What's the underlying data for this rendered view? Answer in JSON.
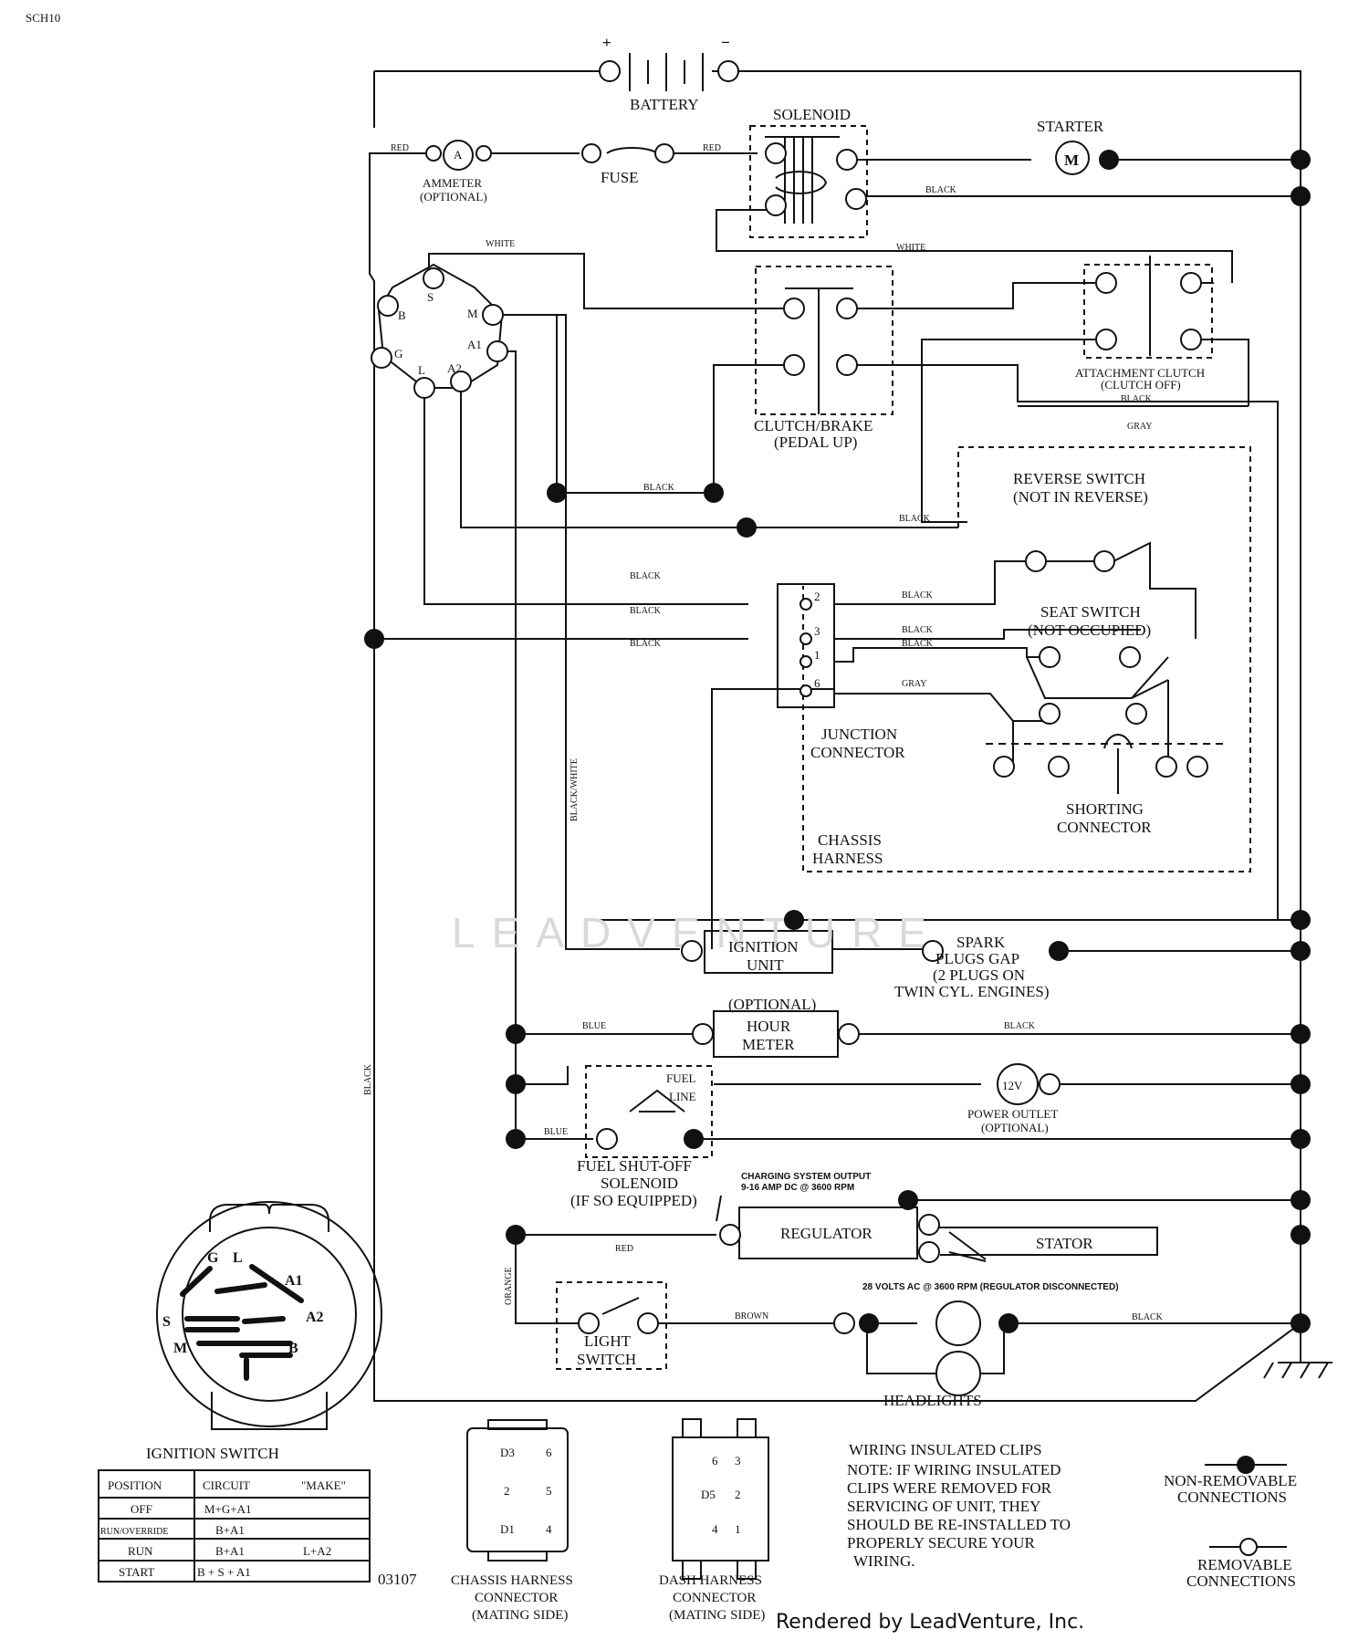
{
  "doc_code": "SCH10",
  "drawing_number": "03107",
  "footer": "Rendered by LeadVenture, Inc.",
  "watermark": "LEADVENTURE",
  "components": {
    "battery": "BATTERY",
    "battery_plus": "+",
    "battery_minus": "−",
    "solenoid": "SOLENOID",
    "starter": "STARTER",
    "starter_symbol": "M",
    "ammeter_l1": "AMMETER",
    "ammeter_l2": "(OPTIONAL)",
    "ammeter_symbol": "A",
    "fuse": "FUSE",
    "clutch_brake_l1": "CLUTCH/BRAKE",
    "clutch_brake_l2": "(PEDAL UP)",
    "attachment_clutch_l1": "ATTACHMENT CLUTCH",
    "attachment_clutch_l2": "(CLUTCH OFF)",
    "reverse_switch_l1": "REVERSE SWITCH",
    "reverse_switch_l2": "(NOT IN REVERSE)",
    "seat_switch_l1": "SEAT SWITCH",
    "seat_switch_l2": "(NOT OCCUPIED)",
    "junction_l1": "JUNCTION",
    "junction_l2": "CONNECTOR",
    "shorting_l1": "SHORTING",
    "shorting_l2": "CONNECTOR",
    "chassis_harness_l1": "CHASSIS",
    "chassis_harness_l2": "HARNESS",
    "ignition_unit_l1": "IGNITION",
    "ignition_unit_l2": "UNIT",
    "spark_l1": "SPARK",
    "spark_l2": "PLUGS GAP",
    "spark_l3": "(2 PLUGS ON",
    "spark_l4": "TWIN CYL. ENGINES)",
    "hour_meter_opt": "(OPTIONAL)",
    "hour_meter_l1": "HOUR",
    "hour_meter_l2": "METER",
    "fuel_line_l1": "FUEL",
    "fuel_line_l2": "LINE",
    "power_outlet_symbol": "12V",
    "power_outlet_l1": "POWER OUTLET",
    "power_outlet_l2": "(OPTIONAL)",
    "fuel_shutoff_l1": "FUEL SHUT-OFF",
    "fuel_shutoff_l2": "SOLENOID",
    "fuel_shutoff_l3": "(IF SO EQUIPPED)",
    "charging_l1": "CHARGING SYSTEM OUTPUT",
    "charging_l2": "9-16 AMP DC @ 3600 RPM",
    "regulator": "REGULATOR",
    "stator": "STATOR",
    "stator_note": "28 VOLTS AC @ 3600 RPM (REGULATOR DISCONNECTED)",
    "light_switch_l1": "LIGHT",
    "light_switch_l2": "SWITCH",
    "headlights": "HEADLIGHTS"
  },
  "ignition_terminals": [
    "B",
    "S",
    "M",
    "A1",
    "A2",
    "L",
    "G"
  ],
  "junction_pins": [
    "2",
    "3",
    "1",
    "6"
  ],
  "wire_colors": {
    "red": "RED",
    "black": "BLACK",
    "white": "WHITE",
    "gray": "GRAY",
    "blue": "BLUE",
    "brown": "BROWN",
    "orange": "ORANGE",
    "black_white": "BLACK/WHITE"
  },
  "ignition_switch": {
    "title": "IGNITION SWITCH",
    "face_letters": [
      "G",
      "L",
      "A1",
      "A2",
      "S",
      "M",
      "B"
    ],
    "table": {
      "headers": [
        "POSITION",
        "CIRCUIT",
        "\"MAKE\""
      ],
      "rows": [
        {
          "position": "OFF",
          "circuit": "M+G+A1",
          "extra": ""
        },
        {
          "position": "RUN/OVERRIDE",
          "circuit": "B+A1",
          "extra": ""
        },
        {
          "position": "RUN",
          "circuit": "B+A1",
          "extra": "L+A2"
        },
        {
          "position": "START",
          "circuit": "B + S + A1",
          "extra": ""
        }
      ]
    }
  },
  "connectors": {
    "chassis": {
      "l1": "CHASSIS HARNESS",
      "l2": "CONNECTOR",
      "l3": "(MATING SIDE)",
      "pins": [
        "D3",
        "6",
        "2",
        "5",
        "D1",
        "4"
      ]
    },
    "dash": {
      "l1": "DASH HARNESS",
      "l2": "CONNECTOR",
      "l3": "(MATING SIDE)",
      "pins": [
        "6",
        "3",
        "D5",
        "2",
        "4",
        "1"
      ]
    }
  },
  "note": {
    "title": "WIRING INSULATED CLIPS",
    "lines": [
      "NOTE:  IF WIRING INSULATED",
      "CLIPS WERE REMOVED FOR",
      "SERVICING OF UNIT, THEY",
      "SHOULD BE RE-INSTALLED TO",
      "PROPERLY SECURE YOUR",
      "WIRING."
    ]
  },
  "legend": {
    "non_removable_l1": "NON-REMOVABLE",
    "non_removable_l2": "CONNECTIONS",
    "removable_l1": "REMOVABLE",
    "removable_l2": "CONNECTIONS"
  }
}
